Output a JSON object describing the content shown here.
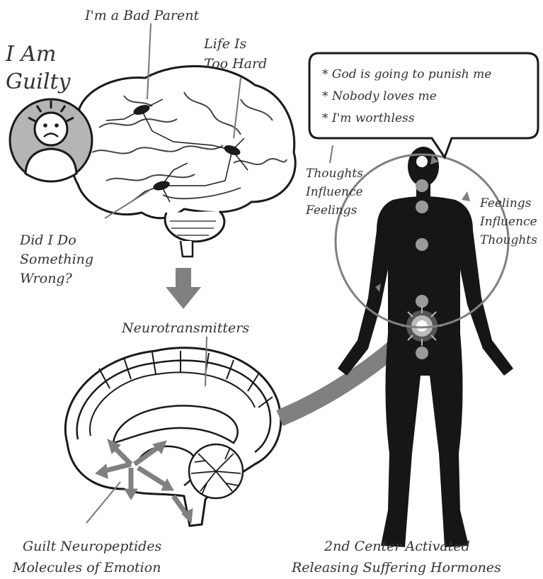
{
  "guilty_label": {
    "line1": "I Am",
    "line2": "Guilty"
  },
  "brain_thoughts": {
    "bad_parent": "I'm a Bad Parent",
    "life_hard": {
      "line1": "Life Is",
      "line2": "Too Hard"
    },
    "did_i": {
      "line1": "Did I Do",
      "line2": "Something",
      "line3": "Wrong?"
    }
  },
  "speech_bubble": {
    "items": [
      "* God is going to punish me",
      "* Nobody loves me",
      "* I'm worthless"
    ]
  },
  "loop_labels": {
    "thoughts": {
      "line1": "Thoughts",
      "line2": "Influence",
      "line3": "Feelings"
    },
    "feelings": {
      "line1": "Feelings",
      "line2": "Influence",
      "line3": "Thoughts"
    }
  },
  "neurotransmitters_label": "Neurotransmitters",
  "neuropeptides_caption": {
    "line1": "Guilt Neuropeptides",
    "line2": "Molecules of Emotion"
  },
  "center_caption": {
    "line1": "2nd Center Activated",
    "line2": "Releasing Suffering Hormones"
  },
  "colors": {
    "ink": "#1a1a1a",
    "arrow_gray": "#808080",
    "chakra_gray": "#9a9a9a",
    "face_bg": "#b5b5b5"
  }
}
